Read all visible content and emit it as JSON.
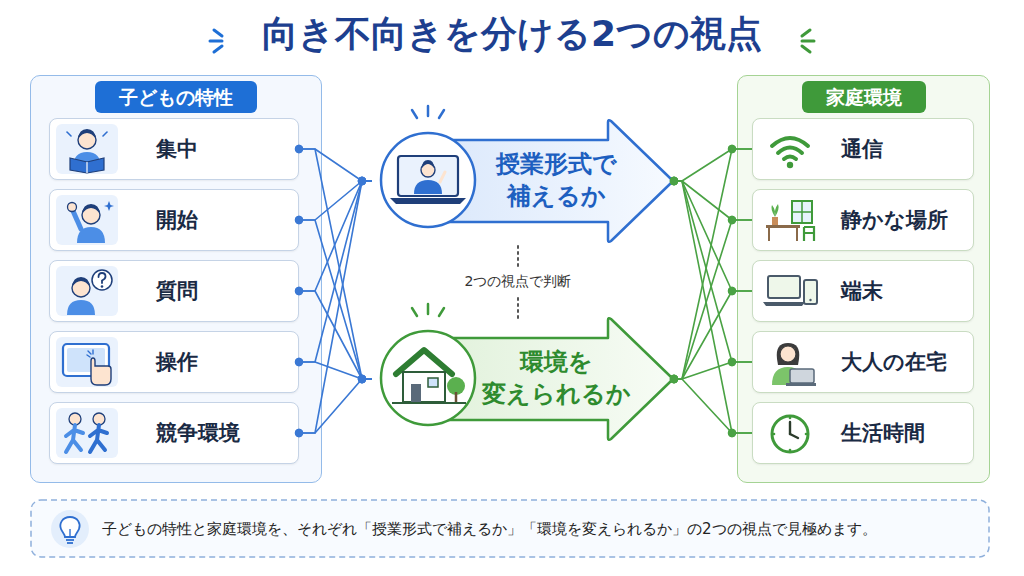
{
  "diagram": {
    "title": "向き不向きを分ける2つの視点",
    "caption": "子どもの特性と家庭環境を、それぞれ「授業形式で補えるか」「環境を変えられるか」の2つの視点で見極めます。",
    "nodes": [
      {
        "text": [
          "子どもの特性"
        ]
      },
      {
        "text": [
          "集中"
        ],
        "in": 0
      },
      {
        "text": [
          "開始"
        ],
        "in": 0
      },
      {
        "text": [
          "質問"
        ],
        "in": 0
      },
      {
        "text": [
          "操作"
        ],
        "in": 0
      },
      {
        "text": [
          "競争環境"
        ],
        "in": 0
      },
      {
        "text": [
          "授業形式で 補えるか"
        ]
      },
      {
        "text": [
          "環境を 変えられるか"
        ]
      },
      {
        "text": [
          "家庭環境"
        ]
      },
      {
        "text": [
          "通信"
        ],
        "in": 8
      },
      {
        "text": [
          "静かな場所"
        ],
        "in": 8
      },
      {
        "text": [
          "端末"
        ],
        "in": 8
      },
      {
        "text": [
          "大人の在宅"
        ],
        "in": 8
      },
      {
        "text": [
          "生活時間"
        ],
        "in": 8
      }
    ],
    "edges": [
      {
        "from": 1,
        "to": 6,
        "arrow": "none"
      },
      {
        "from": 1,
        "to": 7,
        "arrow": "none"
      },
      {
        "from": 2,
        "to": 6,
        "arrow": "none"
      },
      {
        "from": 2,
        "to": 7,
        "arrow": "none"
      },
      {
        "from": 3,
        "to": 6,
        "arrow": "none"
      },
      {
        "from": 3,
        "to": 7,
        "arrow": "none"
      },
      {
        "from": 4,
        "to": 6,
        "arrow": "none"
      },
      {
        "from": 4,
        "to": 7,
        "arrow": "none"
      },
      {
        "from": 5,
        "to": 6,
        "arrow": "none"
      },
      {
        "from": 5,
        "to": 7,
        "arrow": "none"
      },
      {
        "from": 6,
        "to": 9,
        "arrow": "none"
      },
      {
        "from": 7,
        "to": 9,
        "arrow": "none"
      },
      {
        "from": 6,
        "to": 10,
        "arrow": "none"
      },
      {
        "from": 7,
        "to": 10,
        "arrow": "none"
      },
      {
        "from": 6,
        "to": 11,
        "arrow": "none"
      },
      {
        "from": 7,
        "to": 11,
        "arrow": "none"
      },
      {
        "from": 6,
        "to": 12,
        "arrow": "none"
      },
      {
        "from": 7,
        "to": 12,
        "arrow": "none"
      },
      {
        "from": 6,
        "to": 13,
        "arrow": "none"
      },
      {
        "from": 7,
        "to": 13,
        "arrow": "none"
      }
    ],
    "labels": [
      "2つの視点で判断"
    ]
  }
}
